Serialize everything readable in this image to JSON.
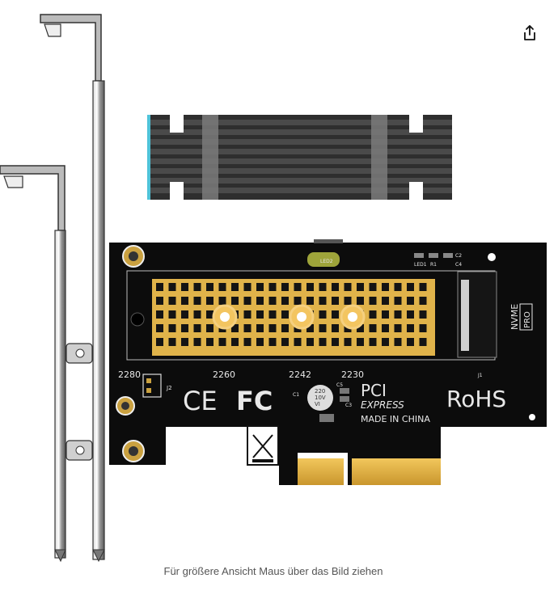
{
  "image": {
    "alt": "",
    "board_markings": {
      "size_labels": [
        "2280",
        "2260",
        "2242",
        "2230"
      ],
      "ce": "CE",
      "fc": "FC",
      "pci": "PCI",
      "express": "EXPRESS",
      "rohs": "RoHS",
      "made_in": "MADE IN CHINA",
      "nvme": "NVME",
      "pro": "PRO",
      "led2": "LED2",
      "led1": "LED1",
      "r1": "R1",
      "c2": "C2",
      "c4": "C4",
      "c1": "C1",
      "c5": "C5",
      "c3": "C3",
      "j1": "J1",
      "j2": "J2",
      "cap_line1": "220",
      "cap_line2": "10V",
      "cap_line3": "VI"
    }
  },
  "share": {
    "icon": "share-icon"
  },
  "hint_text": "Für größere Ansicht Maus über das Bild ziehen",
  "colors": {
    "pcb": "#0c0c0c",
    "gold": "#e8b84a",
    "pad": "#d9a94a",
    "heatsink": "#3b3b3b"
  }
}
